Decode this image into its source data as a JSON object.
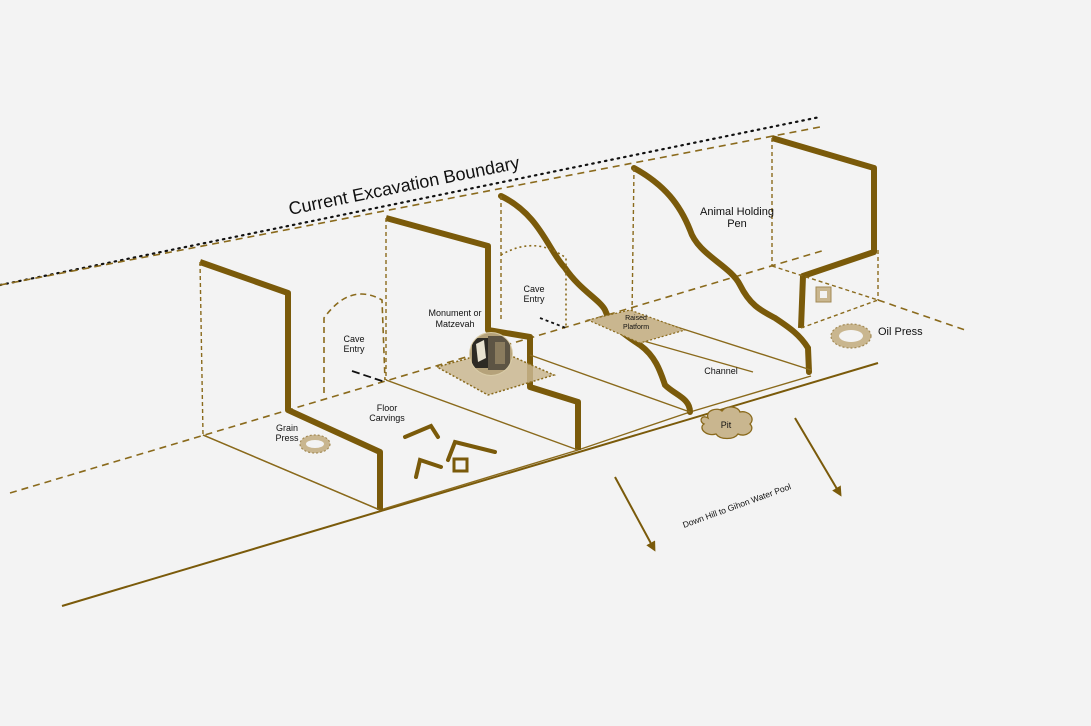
{
  "colors": {
    "background": "#f3f3f3",
    "wall": "#7a5a0a",
    "line": "#8a6a1c",
    "feature_fill": "#c9b68f",
    "feature_stroke": "#a38a55",
    "text": "#111111"
  },
  "labels": {
    "boundary": "Current Excavation Boundary",
    "cave_entry_1_l1": "Cave",
    "cave_entry_1_l2": "Entry",
    "cave_entry_2_l1": "Cave",
    "cave_entry_2_l2": "Entry",
    "monument_l1": "Monument or",
    "monument_l2": "Matzevah",
    "raised_platform_l1": "Raised",
    "raised_platform_l2": "Platform",
    "animal_pen_l1": "Animal Holding",
    "animal_pen_l2": "Pen",
    "oil_press": "Oil Press",
    "channel": "Channel",
    "pit": "Pit",
    "grain_press_l1": "Grain",
    "grain_press_l2": "Press",
    "floor_carvings_l1": "Floor",
    "floor_carvings_l2": "Carvings",
    "downhill": "Down Hill to Gihon Water Pool"
  },
  "icons": {
    "monument": "standing-stone-photo-icon",
    "oil_press": "ring-press-icon",
    "grain_press": "ring-press-icon",
    "pit": "cloud-shape-icon",
    "arrow": "arrow-down-right-icon"
  }
}
